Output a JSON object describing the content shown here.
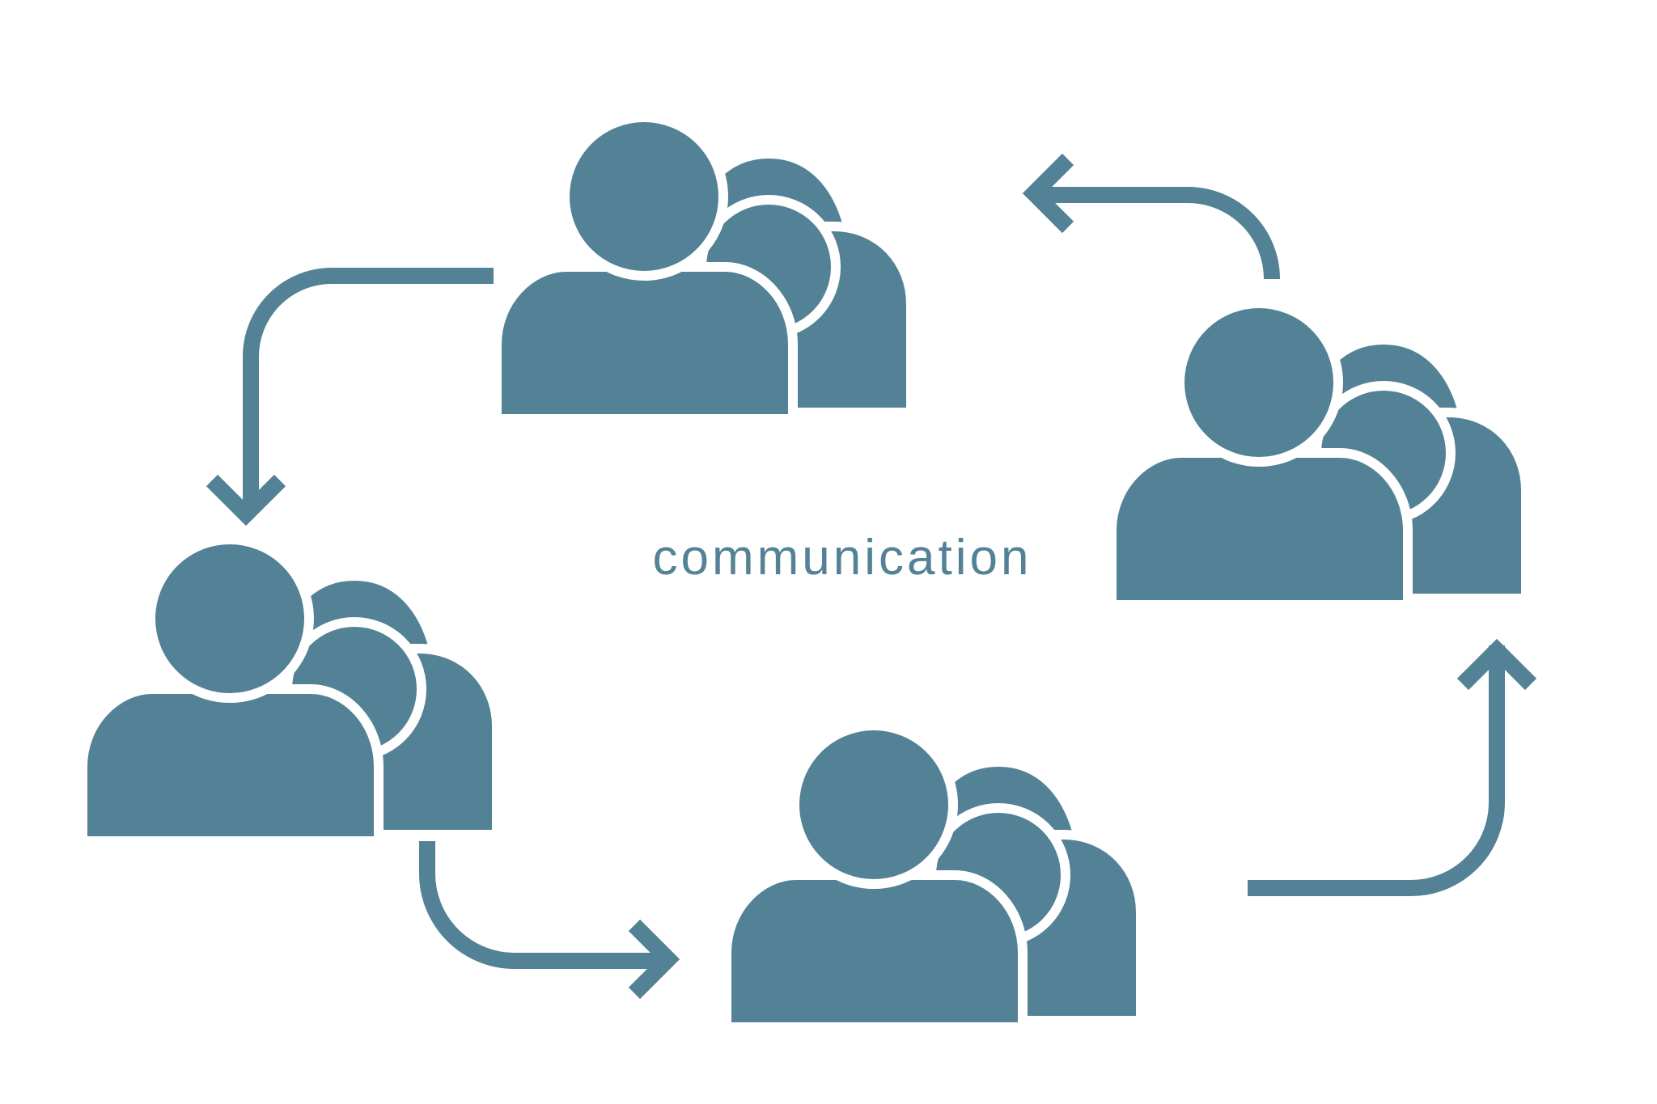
{
  "diagram": {
    "center_label": "communication",
    "accent_color": "#538296",
    "background_color": "#ffffff",
    "groups": [
      {
        "icon": "people-pair-icon"
      },
      {
        "icon": "people-pair-icon"
      },
      {
        "icon": "people-pair-icon"
      },
      {
        "icon": "people-pair-icon"
      }
    ],
    "connectors": [
      {
        "icon": "curved-arrow-icon",
        "from": "group-top",
        "to": "group-left"
      },
      {
        "icon": "curved-arrow-icon",
        "from": "group-left",
        "to": "group-bottom"
      },
      {
        "icon": "curved-arrow-icon",
        "from": "group-bottom",
        "to": "group-right"
      },
      {
        "icon": "curved-arrow-icon",
        "from": "group-right",
        "to": "group-top"
      }
    ]
  }
}
